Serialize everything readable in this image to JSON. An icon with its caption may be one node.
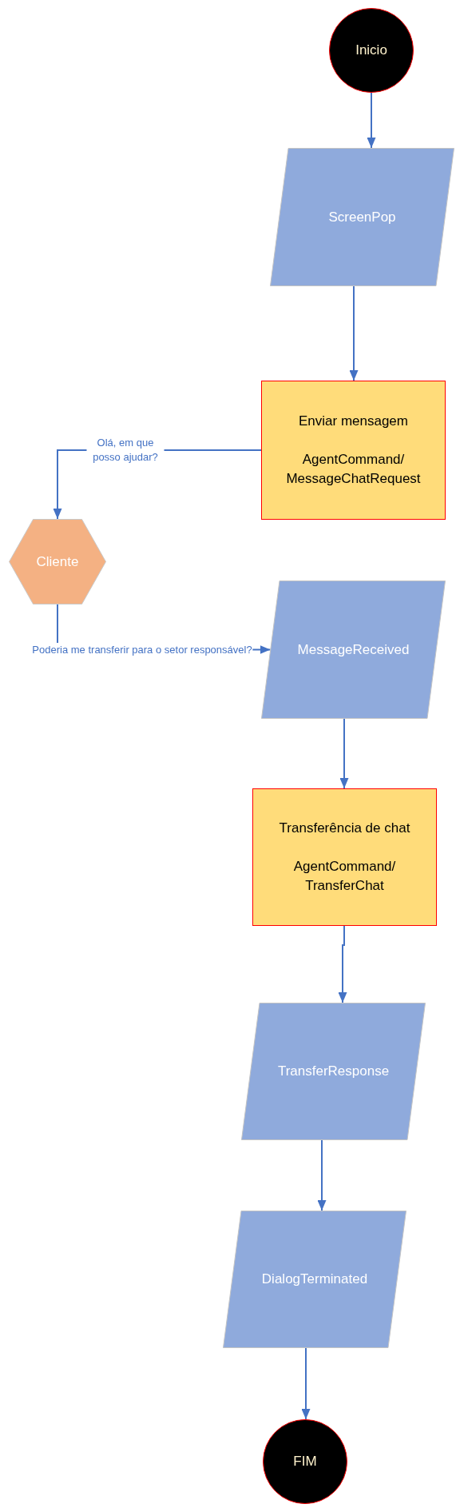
{
  "diagram": {
    "nodes": [
      {
        "text": [
          "Inicio"
        ]
      },
      {
        "text": [
          "ScreenPop"
        ]
      },
      {
        "text": [
          "Enviar mensagem",
          "AgentCommand/ MessageChatRequest"
        ]
      },
      {
        "text": [
          "Cliente"
        ]
      },
      {
        "text": [
          "MessageReceived"
        ]
      },
      {
        "text": [
          "Transferência de chat",
          "AgentCommand/ TransferChat"
        ]
      },
      {
        "text": [
          "TransferResponse"
        ]
      },
      {
        "text": [
          "DialogTerminated"
        ]
      },
      {
        "text": [
          "FIM"
        ]
      }
    ],
    "edges": [
      {
        "from": 0,
        "to": 1,
        "arrow": "to"
      },
      {
        "from": 1,
        "to": 2,
        "arrow": "to"
      },
      {
        "from": 2,
        "to": 3,
        "arrow": "to",
        "label": "Olá, em que posso ajudar?"
      },
      {
        "from": 3,
        "to": 4,
        "arrow": "to",
        "label": "Poderia me transferir para o setor responsável?"
      },
      {
        "from": 4,
        "to": 5,
        "arrow": "to"
      },
      {
        "from": 5,
        "to": 6,
        "arrow": "to"
      },
      {
        "from": 6,
        "to": 7,
        "arrow": "to"
      },
      {
        "from": 7,
        "to": 8,
        "arrow": "to"
      }
    ]
  }
}
